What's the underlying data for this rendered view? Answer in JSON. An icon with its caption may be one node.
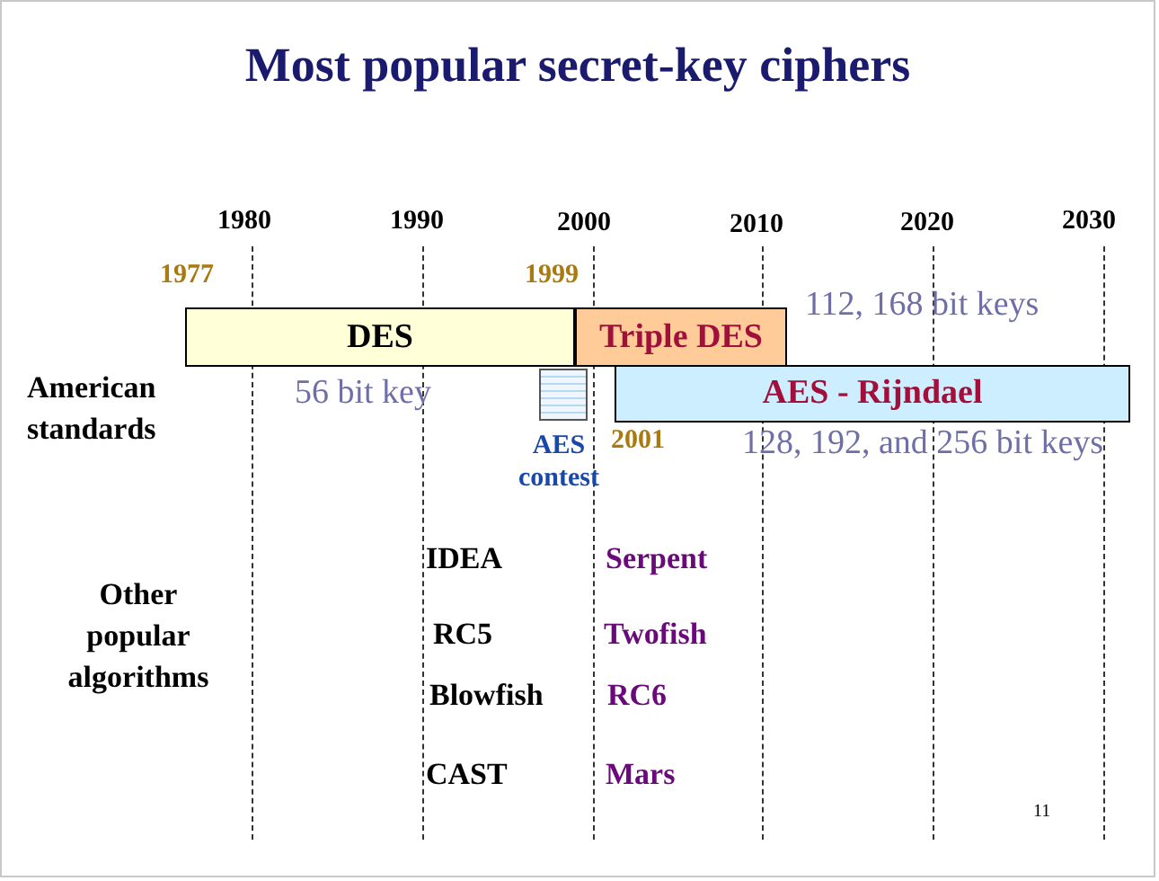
{
  "diagram": {
    "title": "Most popular secret-key ciphers",
    "nodes": [
      {
        "text": [
          "DES"
        ],
        "beside": [
          "1977",
          "56 bit key"
        ]
      },
      {
        "text": [
          "Triple DES"
        ],
        "beside": [
          "1999",
          "112, 168 bit keys"
        ]
      },
      {
        "text": [
          "AES contest"
        ]
      },
      {
        "text": [
          "AES - Rijndael"
        ],
        "beside": [
          "2001",
          "128, 192, and 256 bit keys"
        ]
      }
    ],
    "edges": [],
    "labels": [
      "1980",
      "1990",
      "2000",
      "2010",
      "2020",
      "2030",
      "American standards",
      "Other popular algorithms",
      "IDEA",
      "Serpent",
      "RC5",
      "Twofish",
      "Blowfish",
      "RC6",
      "CAST",
      "Mars",
      "11"
    ]
  }
}
